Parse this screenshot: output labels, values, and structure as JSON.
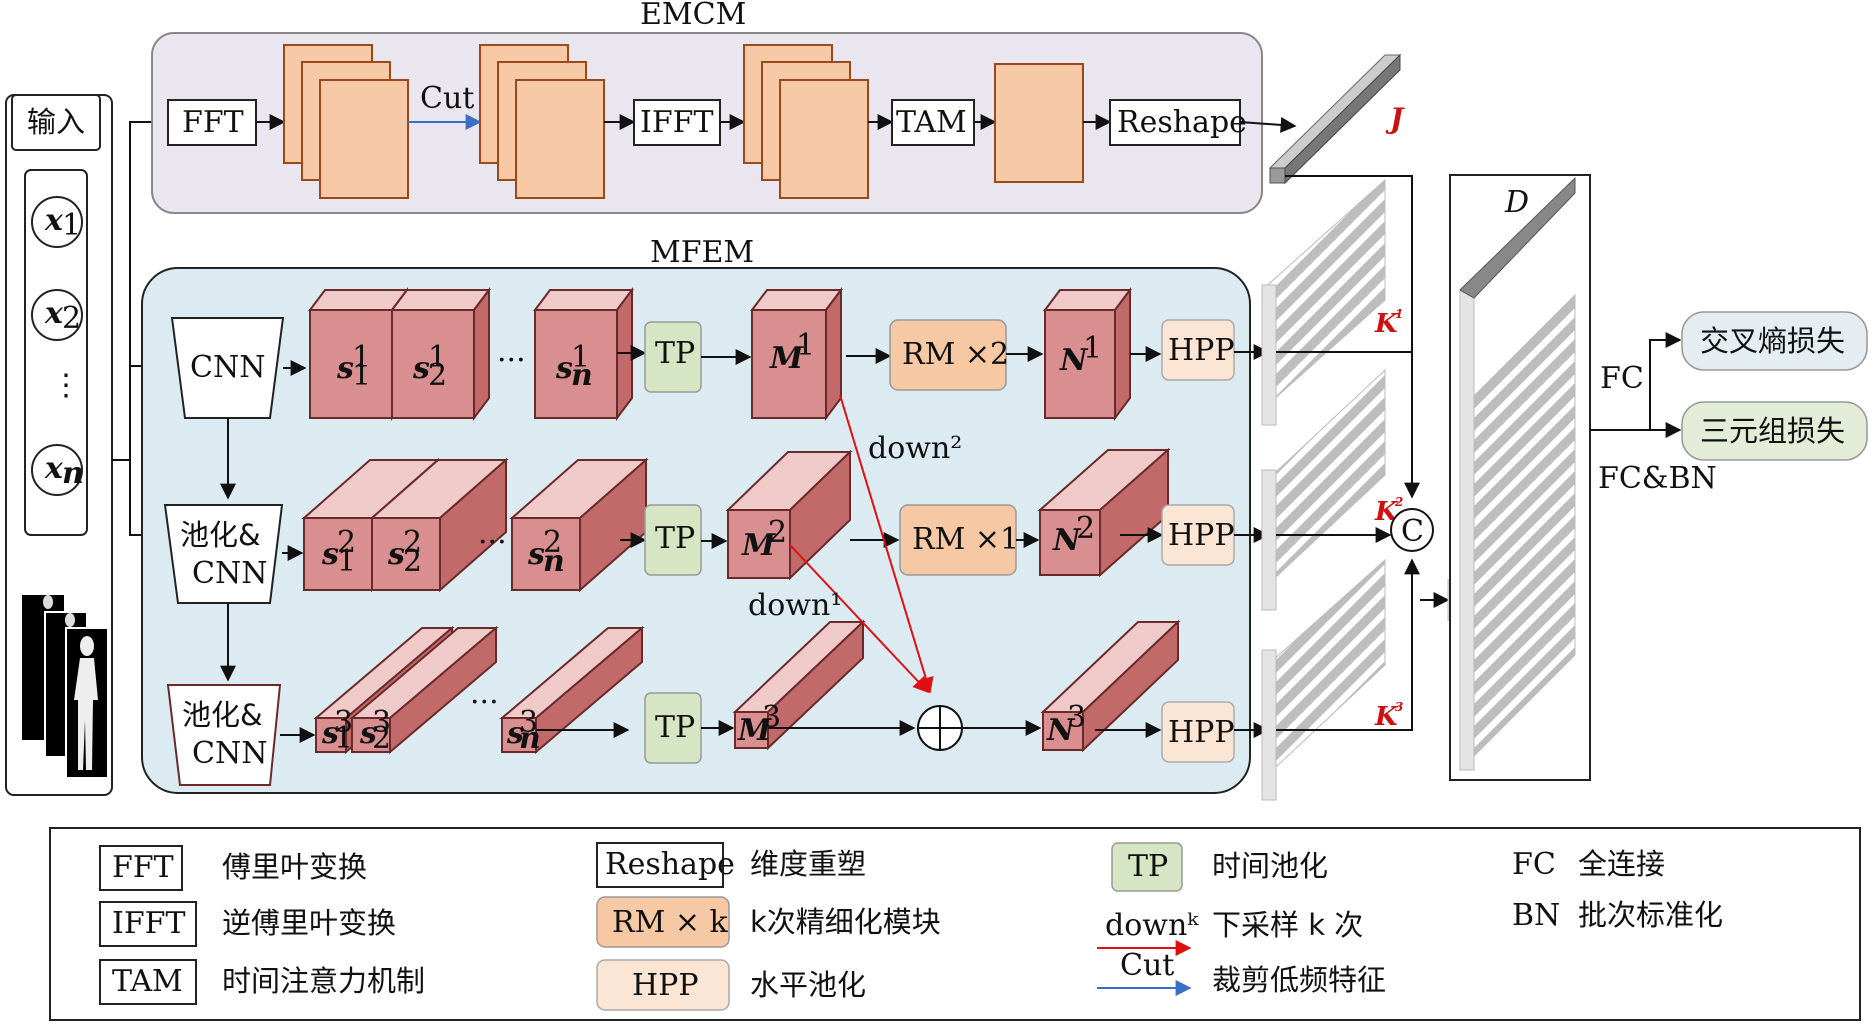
{
  "emcm": {
    "title": "EMCM",
    "fft": "FFT",
    "cut": "Cut",
    "ifft": "IFFT",
    "tam": "TAM",
    "reshape": "Reshape",
    "output": "J"
  },
  "input": {
    "title": "输入",
    "items": [
      "x1",
      "x2",
      "⋮",
      "xn"
    ]
  },
  "mfem": {
    "title": "MFEM",
    "rows": [
      {
        "encoder": "CNN",
        "s": [
          "s11",
          "s21",
          "sn1"
        ],
        "tp": "TP",
        "m": "M1",
        "rm": "RM ×2",
        "n": "N1",
        "hpp": "HPP",
        "k": "K1"
      },
      {
        "encoder": "池化& CNN",
        "s": [
          "s12",
          "s22",
          "sn2"
        ],
        "tp": "TP",
        "m": "M2",
        "rm": "RM ×1",
        "n": "N2",
        "hpp": "HPP",
        "k": "K2"
      },
      {
        "encoder": "池化& CNN",
        "s": [
          "s13",
          "s23",
          "sn3"
        ],
        "tp": "TP",
        "m": "M3",
        "rm": "",
        "n": "N3",
        "hpp": "HPP",
        "k": "K3"
      }
    ],
    "ellipsis": "···",
    "down2": "down²",
    "down1": "down¹"
  },
  "right": {
    "d": "D",
    "concat": "C",
    "fc": "FC",
    "fcbn": "FC&BN",
    "loss1": "交叉熵损失",
    "loss2": "三元组损失"
  },
  "legend": {
    "items": [
      {
        "key": "FFT",
        "desc": "傅里叶变换"
      },
      {
        "key": "IFFT",
        "desc": "逆傅里叶变换"
      },
      {
        "key": "TAM",
        "desc": "时间注意力机制"
      },
      {
        "key": "Reshape",
        "desc": "维度重塑"
      },
      {
        "key": "RM × k",
        "desc": "k次精细化模块"
      },
      {
        "key": "HPP",
        "desc": "水平池化"
      },
      {
        "key": "TP",
        "desc": "时间池化"
      },
      {
        "key": "downᵏ",
        "desc": "下采样 k 次"
      },
      {
        "key": "Cut",
        "desc": "裁剪低频特征"
      },
      {
        "key": "FC",
        "desc": "全连接"
      },
      {
        "key": "BN",
        "desc": "批次标准化"
      }
    ]
  },
  "colors": {
    "emcmBg": "#e9e6f0",
    "mfemBg": "#dcebf2",
    "orange": "#f8c9a6",
    "orangeStroke": "#9a4a1a",
    "cubeFront": "#d98f8f",
    "cubeTop": "#f0c9c9",
    "cubeSide": "#c26a6a",
    "tp": "#d6e6c4",
    "rm": "#f6c8a4",
    "hpp": "#fbe6d6",
    "red": "#e01010",
    "blue": "#3a6ec8"
  }
}
